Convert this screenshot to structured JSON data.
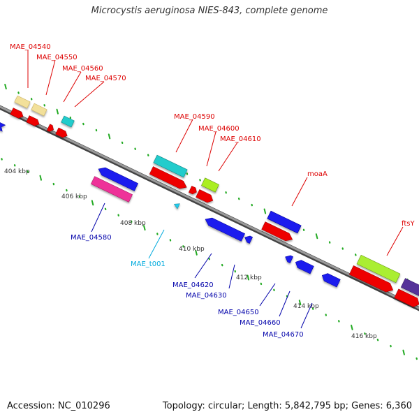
{
  "title": "Microcystis aeruginosa NIES-843, complete genome",
  "footer": {
    "accession": "Accession: NC_010296",
    "topology": "Topology: circular; Length: 5,842,795 bp; Genes: 6,360"
  },
  "colors": {
    "forward_label": "#dd0000",
    "reverse_label": "#0000aa",
    "trna_label": "#00aadd",
    "backbone": "#666666",
    "dots": "#22aa22"
  },
  "scale_labels": [
    "404 kbp",
    "406 kbp",
    "408 kbp",
    "410 kbp",
    "412 kbp",
    "414 kbp",
    "416 kbp"
  ],
  "top_labels": [
    "MAE_04540",
    "MAE_04550",
    "MAE_04560",
    "MAE_04570",
    "MAE_04590",
    "MAE_04600",
    "MAE_04610",
    "moaA",
    "ftsY"
  ],
  "bottom_labels": [
    "MAE_04580",
    "MAE_t001",
    "MAE_04620",
    "MAE_04630",
    "MAE_04650",
    "MAE_04660",
    "MAE_04670"
  ]
}
